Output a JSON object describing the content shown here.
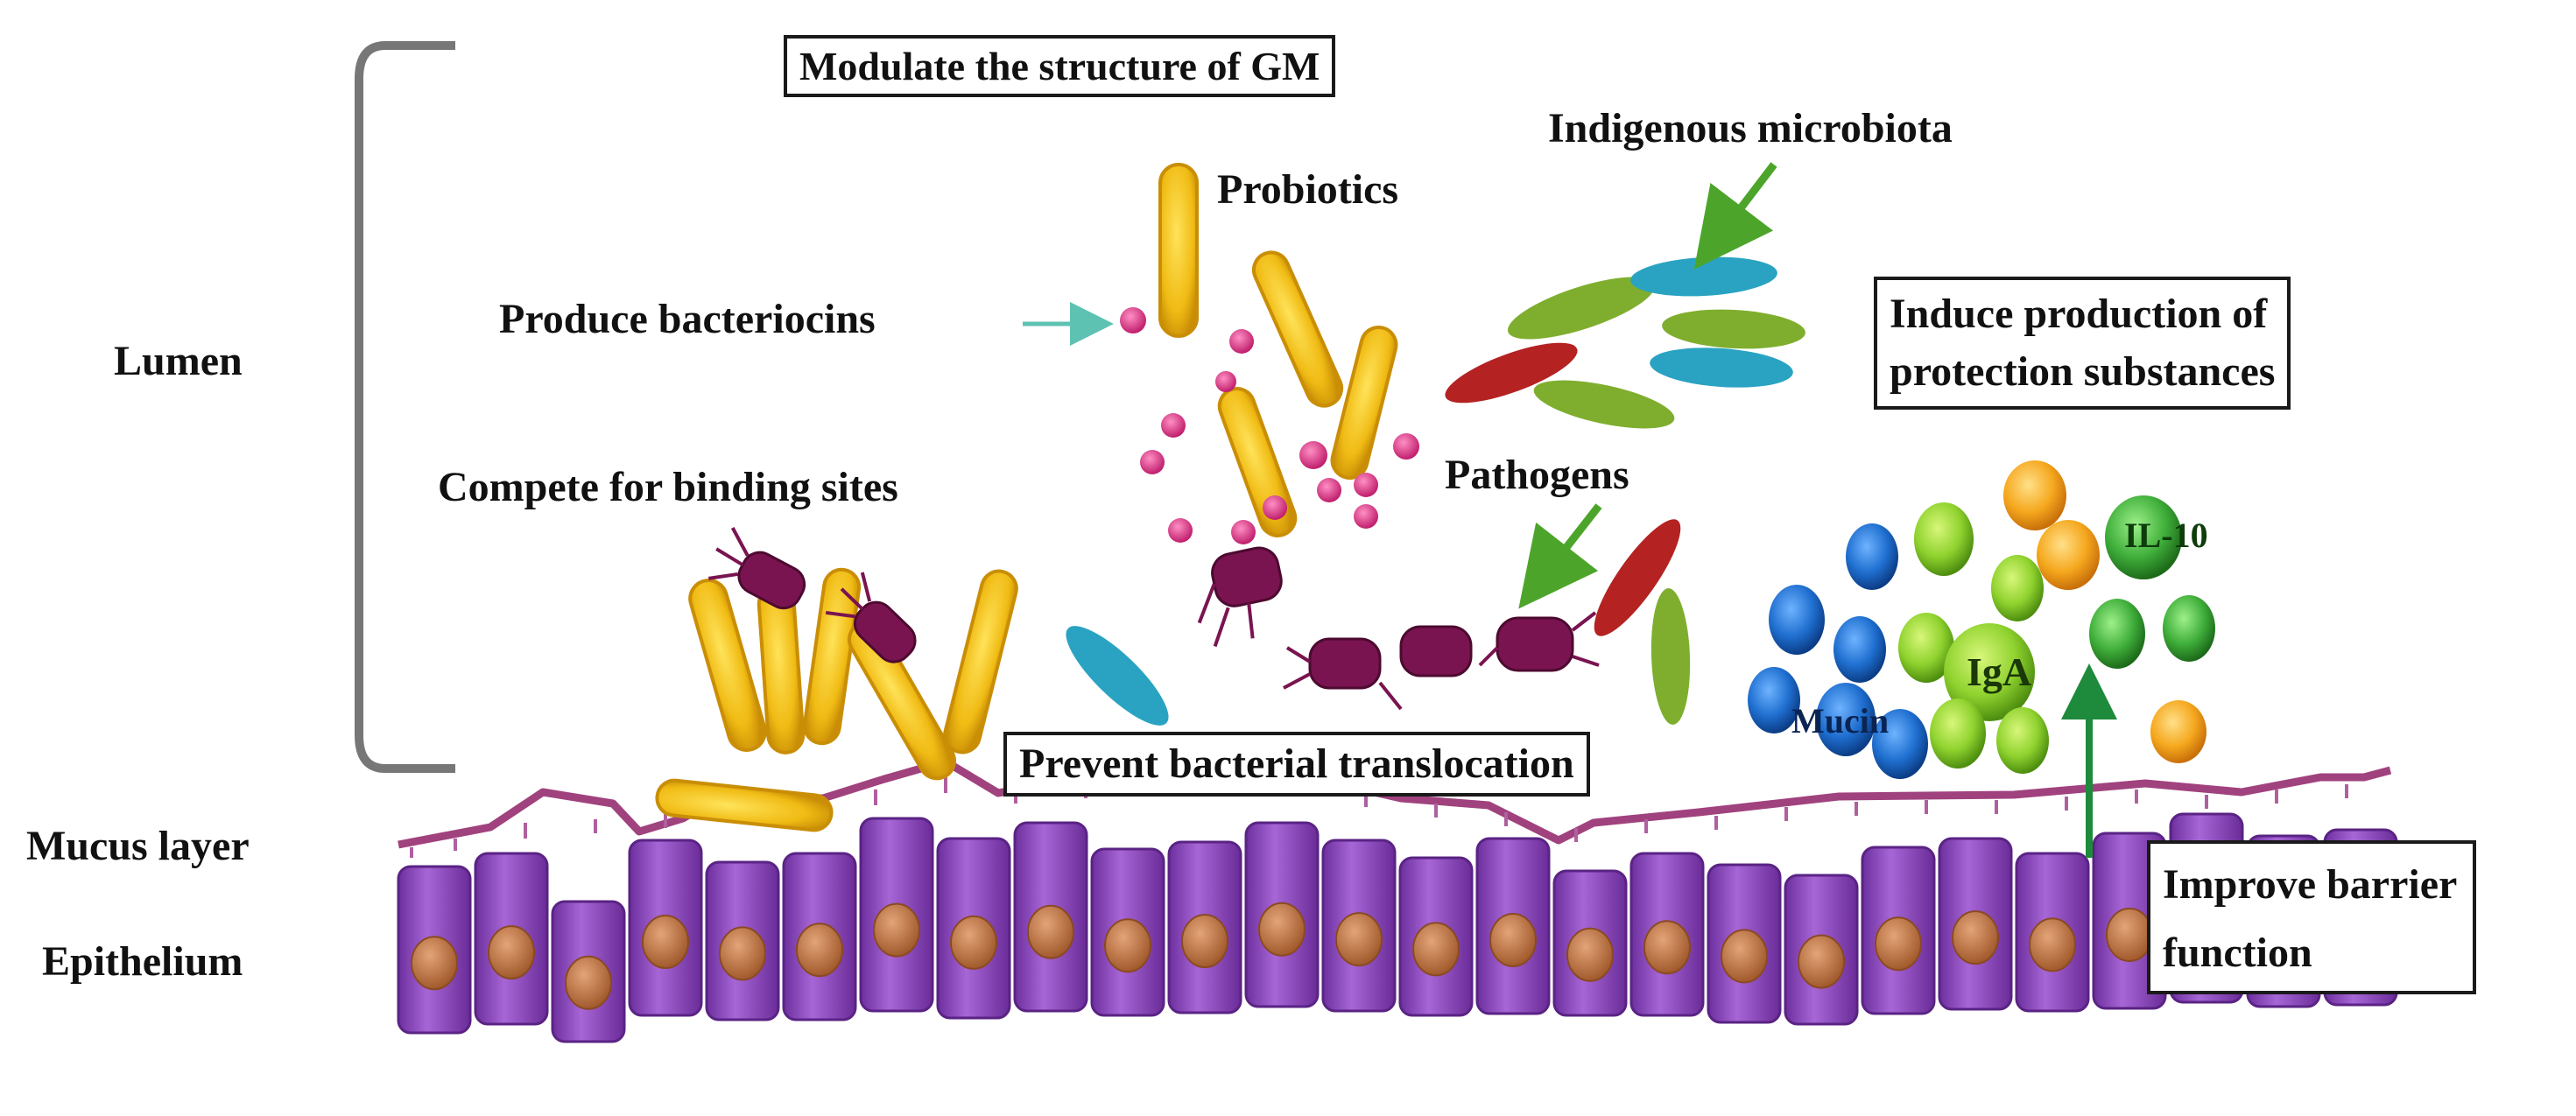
{
  "labels": {
    "lumen": "Lumen",
    "mucus_layer": "Mucus layer",
    "epithelium": "Epithelium",
    "modulate_gm": "Modulate the structure of GM",
    "indigenous_microbiota": "Indigenous microbiota",
    "probiotics": "Probiotics",
    "produce_bacteriocins": "Produce bacteriocins",
    "induce_line1": "Induce production of",
    "induce_line2": "protection substances",
    "compete": "Compete for binding sites",
    "pathogens": "Pathogens",
    "il10": "IL-10",
    "iga": "IgA",
    "mucin": "Mucin",
    "prevent_translocation": "Prevent bacterial translocation",
    "improve_line1": "Improve barrier",
    "improve_line2": "function"
  },
  "colors": {
    "probiotic_yellow": "#f2c218",
    "probiotic_outline": "#c98e06",
    "pathogen_purple": "#7a1450",
    "bacteriocin_pink": "#d6297a",
    "microbe_green": "#7fae2e",
    "microbe_red": "#b42222",
    "microbe_blue": "#2aa3c2",
    "mucin_blue": "#1f6fd0",
    "iga_green": "#8fd22e",
    "il10_orange": "#f5a81e",
    "cell_purple": "#9a4fc4",
    "nucleus": "#c27a4a",
    "mucus_line": "#a0427e",
    "arrow_green": "#4ca52a",
    "arrow_teal": "#5ec2b2",
    "arrow_darkgreen": "#1e8a3c"
  }
}
